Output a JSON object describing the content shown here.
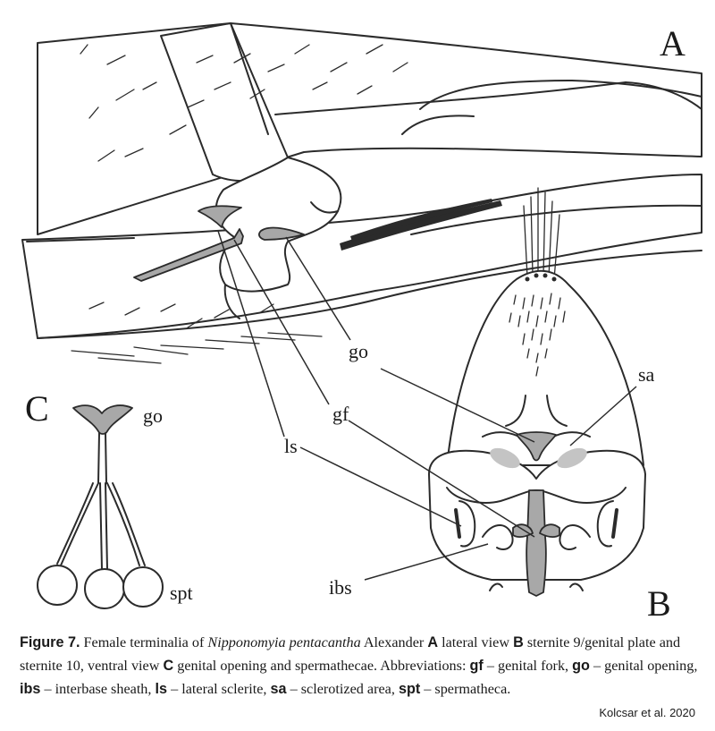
{
  "figure": {
    "panel_labels": {
      "a": "A",
      "b": "B",
      "c": "C"
    },
    "abbreviation_labels": {
      "go_a": "go",
      "gf": "gf",
      "ls": "ls",
      "sa": "sa",
      "go_c": "go",
      "ibs": "ibs",
      "spt": "spt"
    }
  },
  "caption": {
    "figure_label": "Figure 7.",
    "intro": "Female terminalia of",
    "species": "Nipponomyia pentacantha",
    "author": "Alexander",
    "views": [
      {
        "letter": "A",
        "text": "lateral view"
      },
      {
        "letter": "B",
        "text": "sternite 9/genital plate and sternite 10, ventral view"
      },
      {
        "letter": "C",
        "text": "genital opening and spermathecae."
      }
    ],
    "abbreviations_intro": "Abbreviations:",
    "abbreviations": [
      {
        "abbr": "gf",
        "text": "genital fork,"
      },
      {
        "abbr": "go",
        "text": "genital opening,"
      },
      {
        "abbr": "ibs",
        "text": "interbase sheath,"
      },
      {
        "abbr": "ls",
        "text": "lateral sclerite,"
      },
      {
        "abbr": "sa",
        "text": "sclerotized area,"
      },
      {
        "abbr": "spt",
        "text": "spermatheca."
      }
    ]
  },
  "credit": "Kolcsar et al. 2020"
}
